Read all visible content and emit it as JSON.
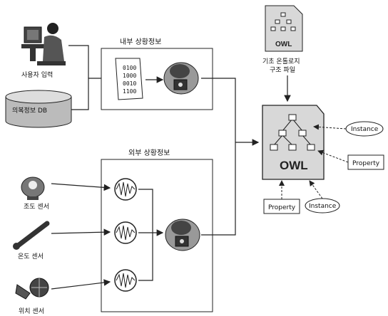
{
  "labels": {
    "user_input": "사용자 입력",
    "profile_db": "의복정보 DB",
    "internal_context": "내부 상황정보",
    "external_context": "외부 상황정보",
    "light_sensor": "조도 센서",
    "temp_sensor": "온도 센서",
    "location_sensor": "위치 센서",
    "ontology_line1": "기초 온톨로지",
    "ontology_line2": "구조 파일",
    "owl_small": "OWL",
    "owl_big": "OWL",
    "instance_top": "Instance",
    "property_right": "Property",
    "property_bottom": "Property",
    "instance_bottom": "Instance"
  },
  "binary": [
    "0100",
    "1000",
    "0010",
    "1100"
  ],
  "colors": {
    "line": "#222222",
    "doc_fill": "#dcdcdc",
    "icon_dark": "#333333"
  }
}
